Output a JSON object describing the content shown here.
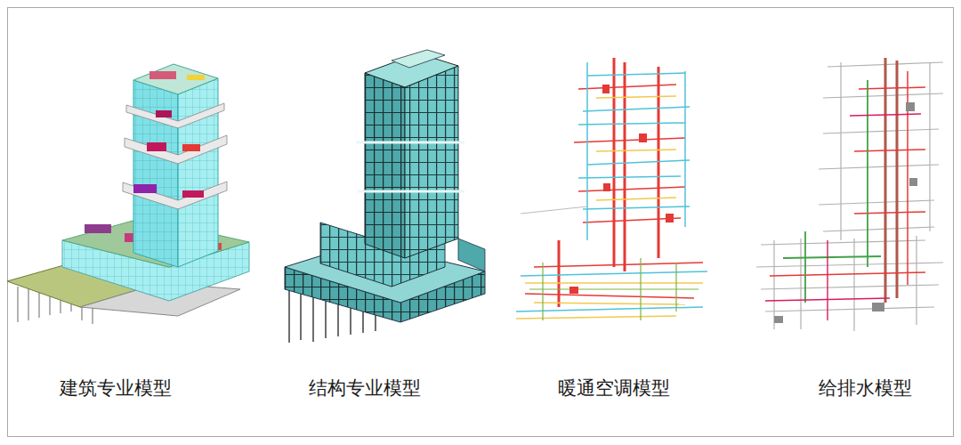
{
  "diagram": {
    "labels": [
      "建筑专业模型",
      "结构专业模型",
      "暖通空调模型",
      "给排水模型"
    ]
  }
}
